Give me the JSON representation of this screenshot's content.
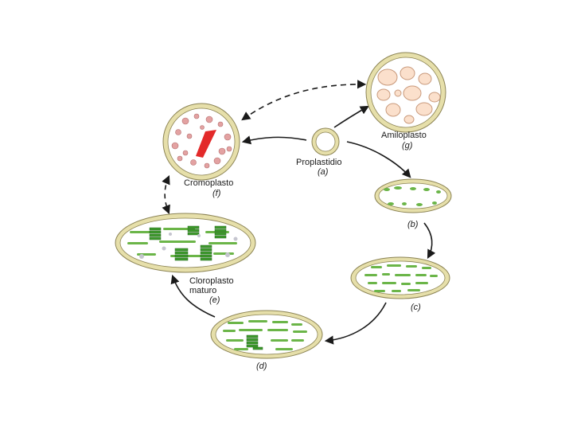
{
  "labels": {
    "proplastidio": "Proplastidio",
    "a": "(a)",
    "amiloplasto": "Amiloplasto",
    "g": "(g)",
    "cromoplasto": "Cromoplasto",
    "f": "(f)",
    "b": "(b)",
    "c": "(c)",
    "d": "(d)",
    "cloroplasto_line1": "Cloroplasto",
    "cloroplasto_line2": "maturo",
    "e": "(e)"
  },
  "colors": {
    "membrane": "#e6dfaa",
    "membrane_stroke": "#8c8455",
    "inner": "#ffffff",
    "starch": "#fbe0cc",
    "starch_stroke": "#c99a7c",
    "pigment": "#e3a2a2",
    "pigment_red": "#e32a2a",
    "thylakoid": "#6bb548",
    "grana": "#3e9a2d",
    "grana_stroke": "#24681c",
    "plastoglobule": "#c5c5cf",
    "arrow": "#1a1a1a"
  }
}
